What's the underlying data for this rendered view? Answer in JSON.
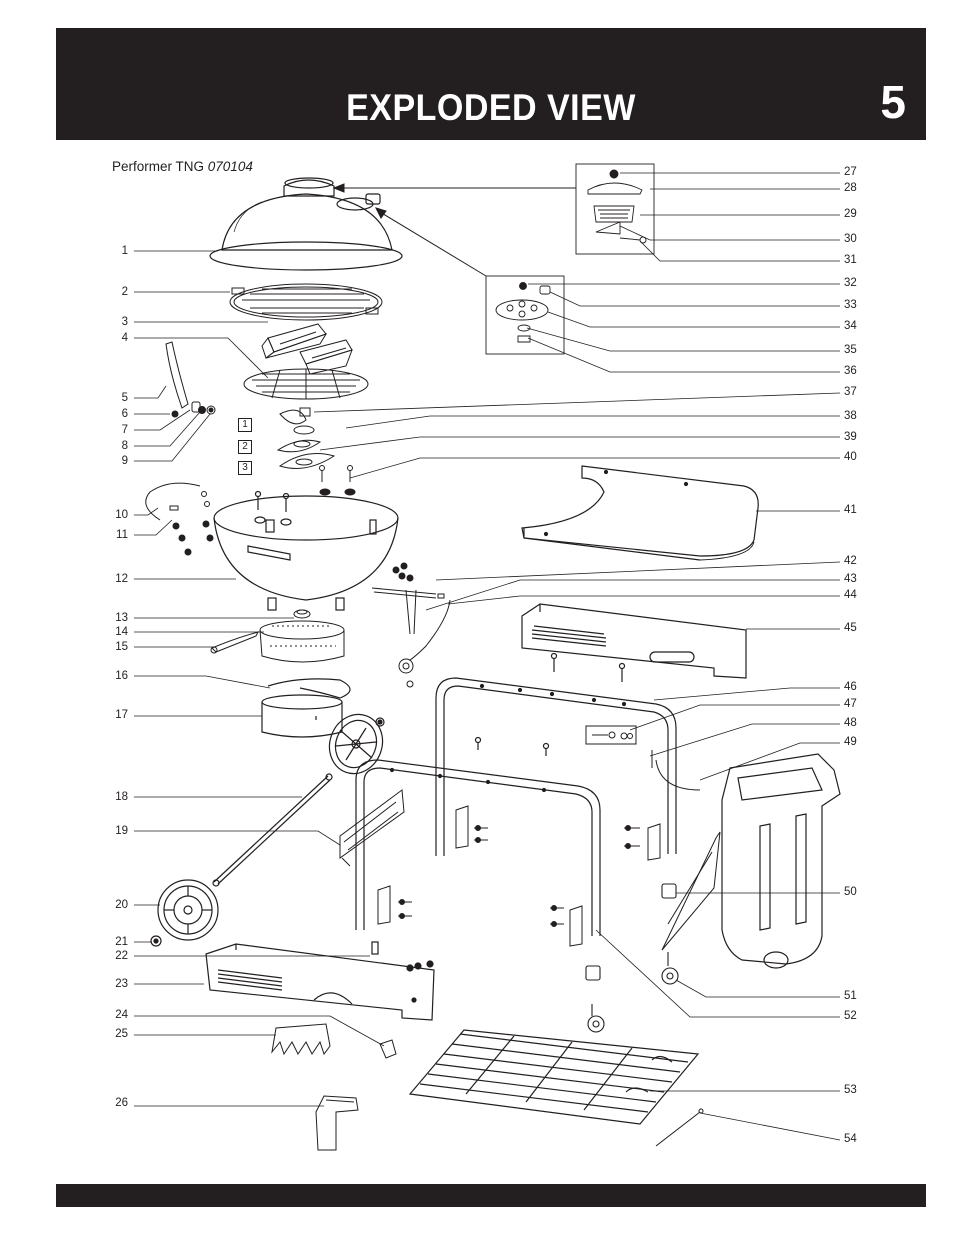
{
  "page": {
    "title": "EXPLODED VIEW",
    "page_number": "5"
  },
  "model": {
    "name": "Performer TNG",
    "code": "070104"
  },
  "callouts_left": [
    "1",
    "2",
    "3",
    "4",
    "5",
    "6",
    "7",
    "8",
    "9",
    "10",
    "11",
    "12",
    "13",
    "14",
    "15",
    "16",
    "17",
    "18",
    "19",
    "20",
    "21",
    "22",
    "23",
    "24",
    "25",
    "26"
  ],
  "callouts_right": [
    "27",
    "28",
    "29",
    "30",
    "31",
    "32",
    "33",
    "34",
    "35",
    "36",
    "37",
    "38",
    "39",
    "40",
    "41",
    "42",
    "43",
    "44",
    "45",
    "46",
    "47",
    "48",
    "49",
    "50",
    "51",
    "52",
    "53",
    "54"
  ],
  "damper_sequence": [
    "1",
    "2",
    "3"
  ],
  "colors": {
    "header_bg": "#231f20",
    "header_text": "#ffffff",
    "line": "#231f20"
  }
}
